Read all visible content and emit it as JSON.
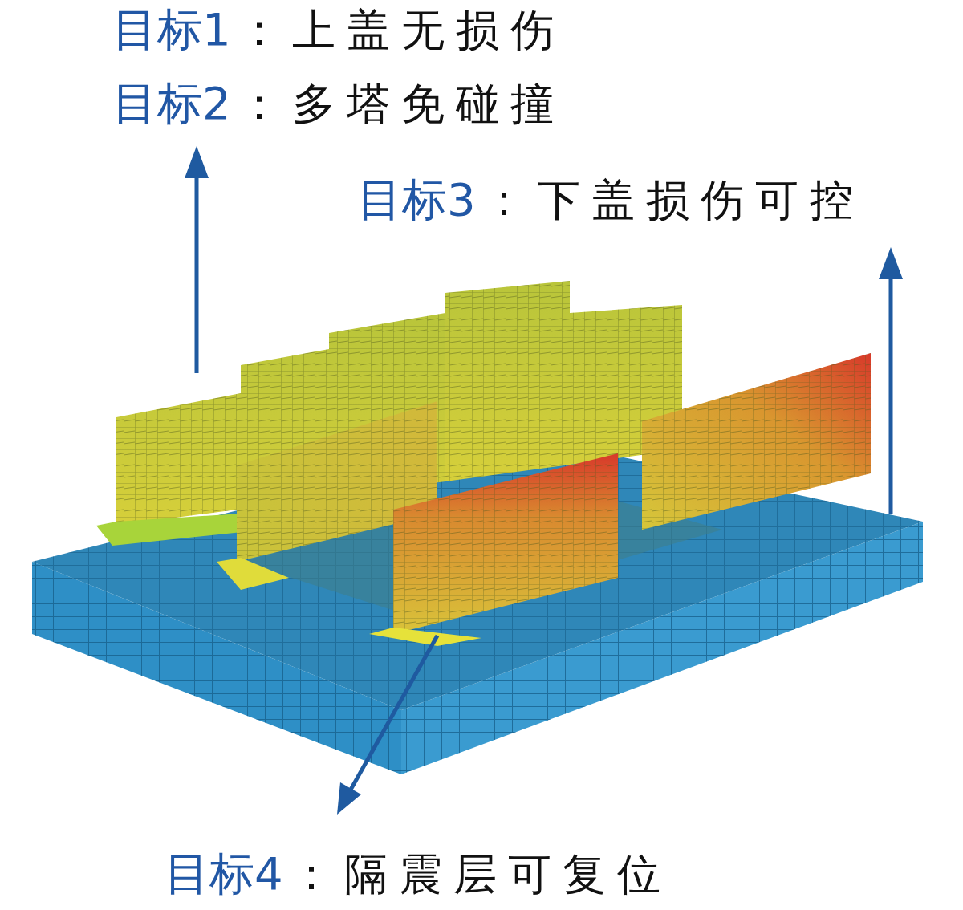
{
  "diagram": {
    "labels": [
      "目标1",
      "：上盖无损伤",
      "目标2",
      "：多塔免碰撞",
      "目标3",
      "：下盖损伤可控",
      "目标4",
      "：隔震层可复位"
    ]
  }
}
